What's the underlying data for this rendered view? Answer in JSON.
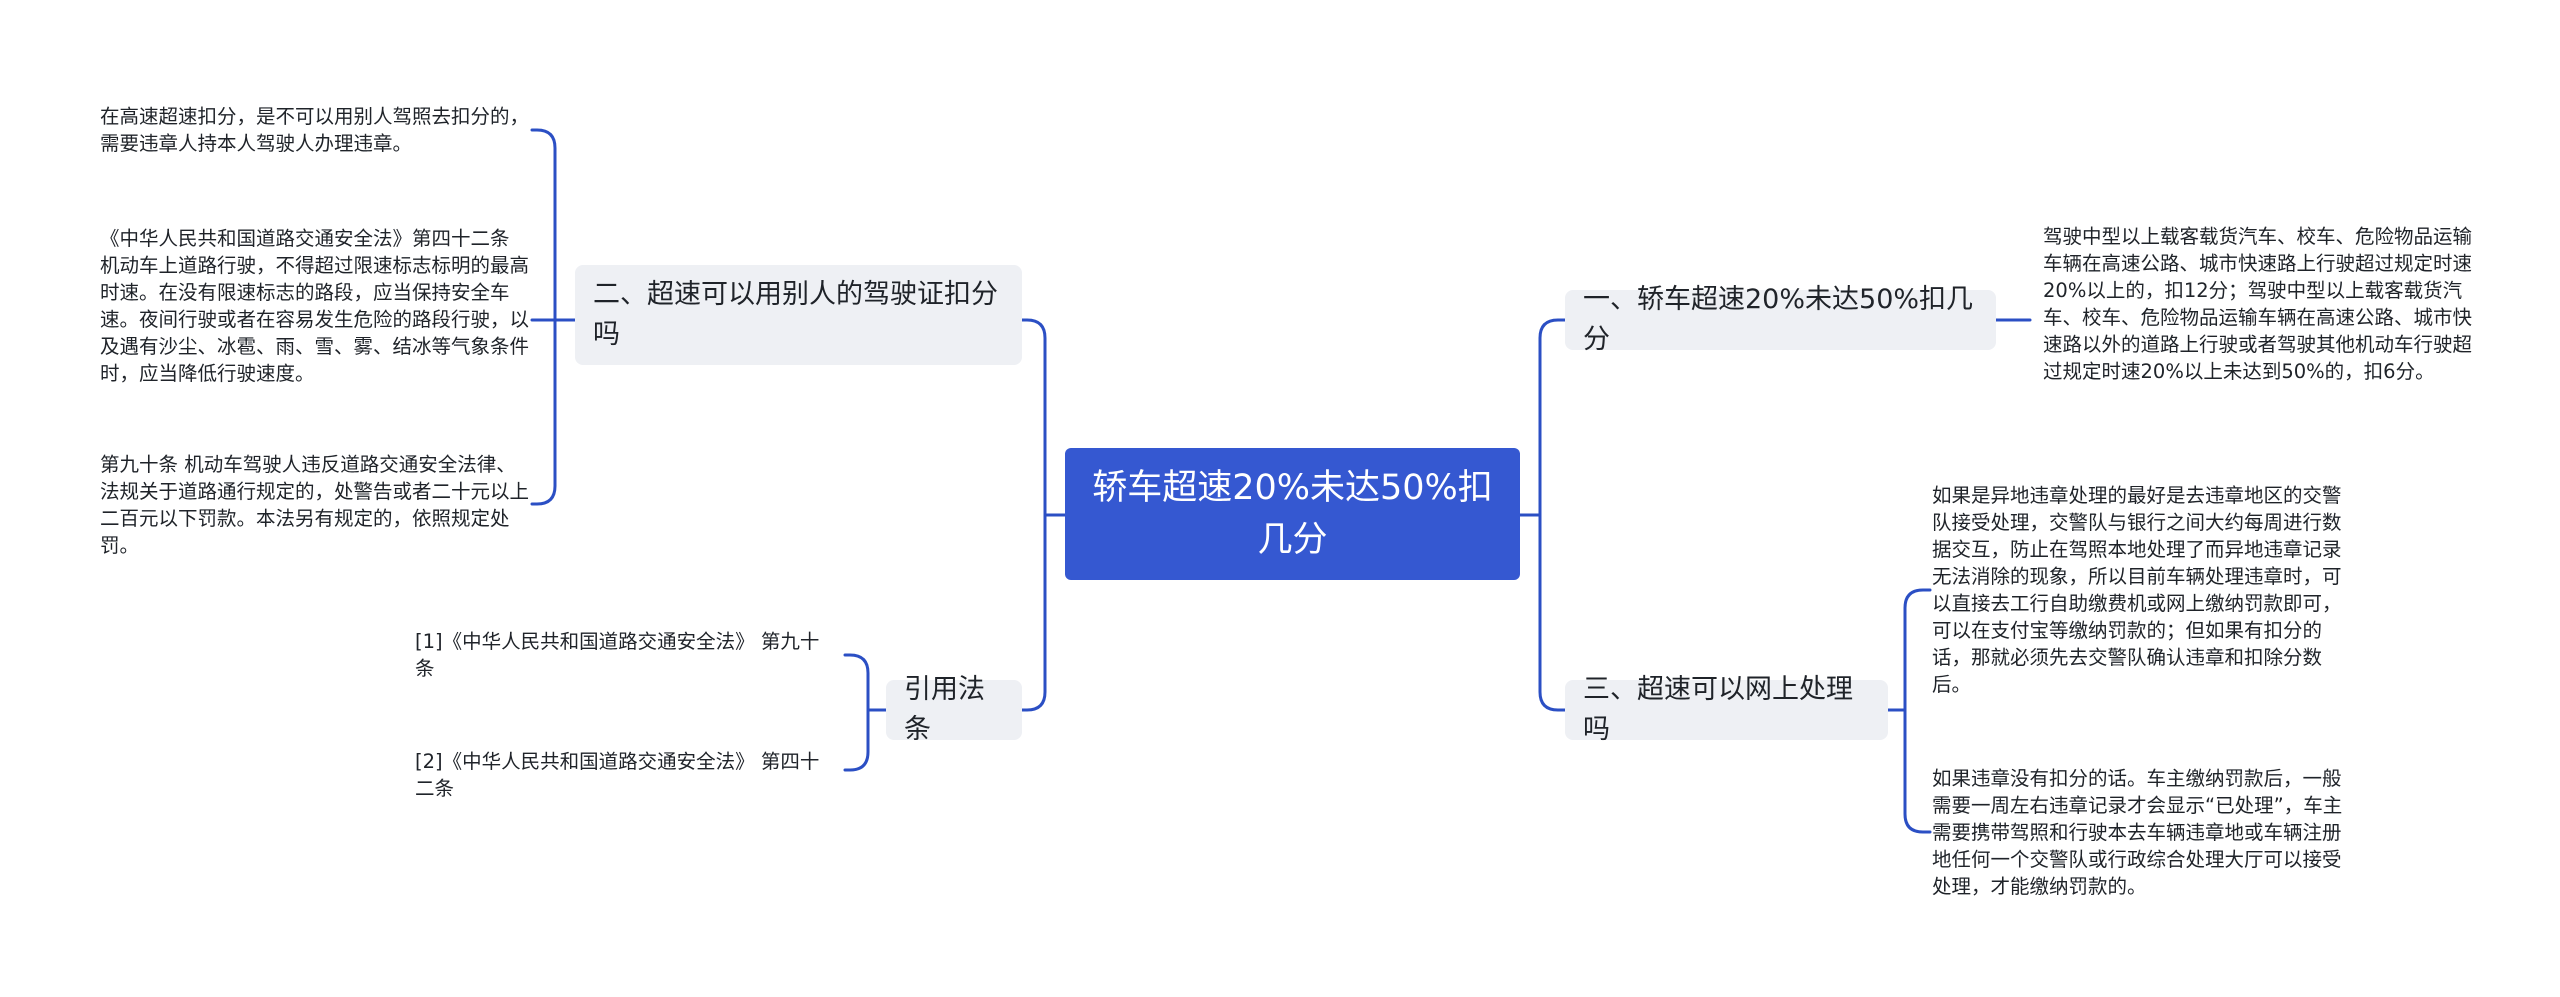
{
  "root": {
    "label": "轿车超速20%未达50%扣几分"
  },
  "branches": {
    "b1": {
      "label": "一、轿车超速20%未达50%扣几分",
      "leaves": [
        "驾驶中型以上载客载货汽车、校车、危险物品运输车辆在高速公路、城市快速路上行驶超过规定时速20%以上的，扣12分；驾驶中型以上载客载货汽车、校车、危险物品运输车辆在高速公路、城市快速路以外的道路上行驶或者驾驶其他机动车行驶超过规定时速20%以上未达到50%的，扣6分。"
      ]
    },
    "b2": {
      "label": "二、超速可以用别人的驾驶证扣分吗",
      "leaves": [
        "在高速超速扣分，是不可以用别人驾照去扣分的，需要违章人持本人驾驶人办理违章。",
        "《中华人民共和国道路交通安全法》第四十二条 机动车上道路行驶，不得超过限速标志标明的最高时速。在没有限速标志的路段，应当保持安全车速。夜间行驶或者在容易发生危险的路段行驶，以及遇有沙尘、冰雹、雨、雪、雾、结冰等气象条件时，应当降低行驶速度。",
        "第九十条 机动车驾驶人违反道路交通安全法律、法规关于道路通行规定的，处警告或者二十元以上二百元以下罚款。本法另有规定的，依照规定处罚。"
      ]
    },
    "b3": {
      "label": "三、超速可以网上处理吗",
      "leaves": [
        "如果是异地违章处理的最好是去违章地区的交警队接受处理，交警队与银行之间大约每周进行数据交互，防止在驾照本地处理了而异地违章记录无法消除的现象，所以目前车辆处理违章时，可以直接去工行自助缴费机或网上缴纳罚款即可，可以在支付宝等缴纳罚款的；但如果有扣分的话，那就必须先去交警队确认违章和扣除分数后。",
        "如果违章没有扣分的话。车主缴纳罚款后，一般需要一周左右违章记录才会显示“已处理”，车主需要携带驾照和行驶本去车辆违章地或车辆注册地任何一个交警队或行政综合处理大厅可以接受处理，才能缴纳罚款的。"
      ]
    },
    "b4": {
      "label": "引用法条",
      "leaves": [
        "[1]《中华人民共和国道路交通安全法》 第九十条",
        "[2]《中华人民共和国道路交通安全法》 第四十二条"
      ]
    }
  },
  "colors": {
    "root_fill": "#3558d1",
    "branch_fill": "#eef0f4",
    "connector": "#2b4fc4"
  }
}
